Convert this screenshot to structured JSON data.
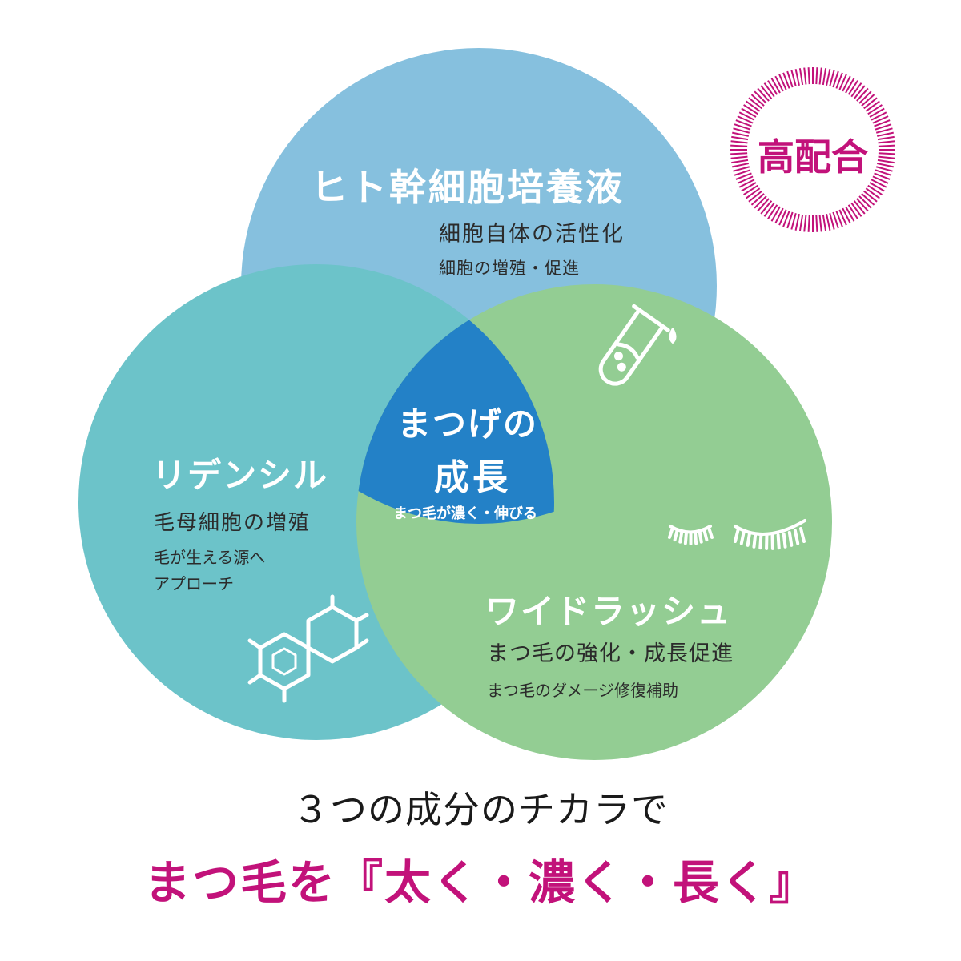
{
  "colors": {
    "top_circle": "#86c0de",
    "left_circle": "#6cc3c9",
    "right_circle": "#93cd93",
    "center": "#2381c7",
    "badge": "#c2127a",
    "accent_text": "#c2127a"
  },
  "badge": {
    "label": "高配合"
  },
  "top": {
    "title": "ヒト幹細胞培養液",
    "line1": "細胞自体の活性化",
    "line2": "細胞の増殖・促進",
    "icon": "test-tube-icon"
  },
  "left": {
    "title": "リデンシル",
    "line1": "毛母細胞の増殖",
    "line2": "毛が生える源へ",
    "line3": "アプローチ",
    "icon": "molecule-icon"
  },
  "right": {
    "title": "ワイドラッシュ",
    "line1": "まつ毛の強化・成長促進",
    "line2": "まつ毛のダメージ修復補助",
    "icon": "eyelashes-icon"
  },
  "center": {
    "title_line1": "まつげの",
    "title_line2": "成長",
    "sub": "まつ毛が濃く・伸びる"
  },
  "caption": {
    "line1": "３つの成分のチカラで",
    "line2": "まつ毛を『太く・濃く・長く』"
  }
}
